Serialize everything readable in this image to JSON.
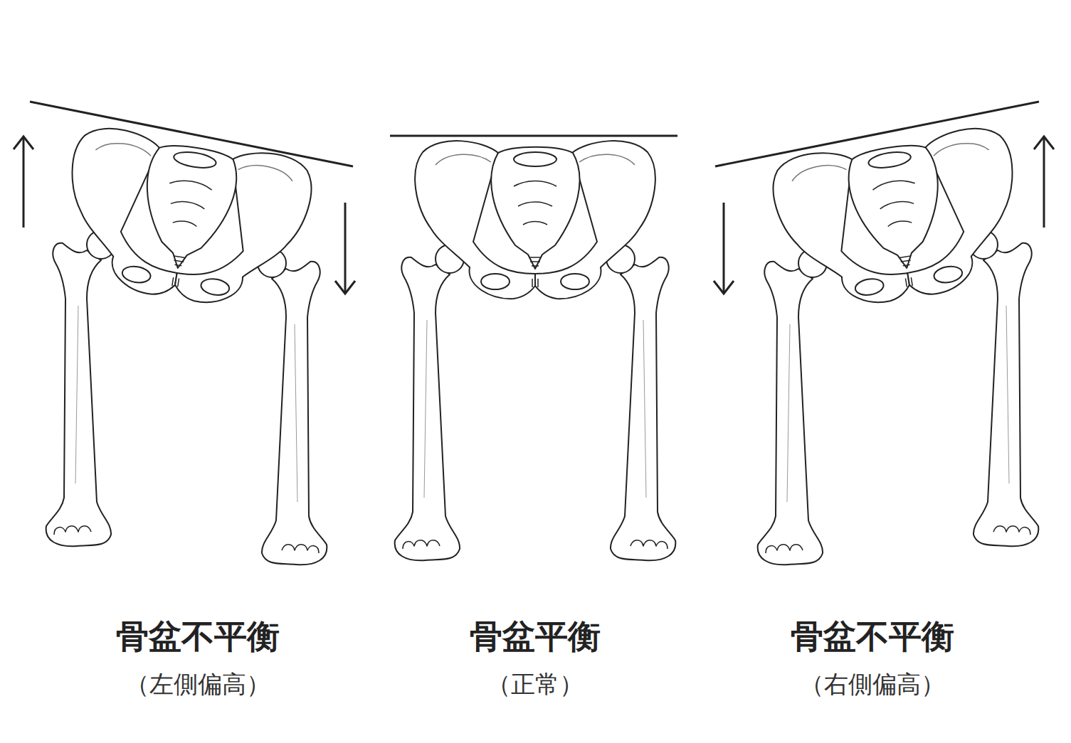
{
  "diagram": {
    "labels": [
      "骨盆不平衡",
      "（左側偏高）",
      "骨盆平衡",
      "（正常）",
      "骨盆不平衡",
      "（右側偏高）"
    ]
  }
}
